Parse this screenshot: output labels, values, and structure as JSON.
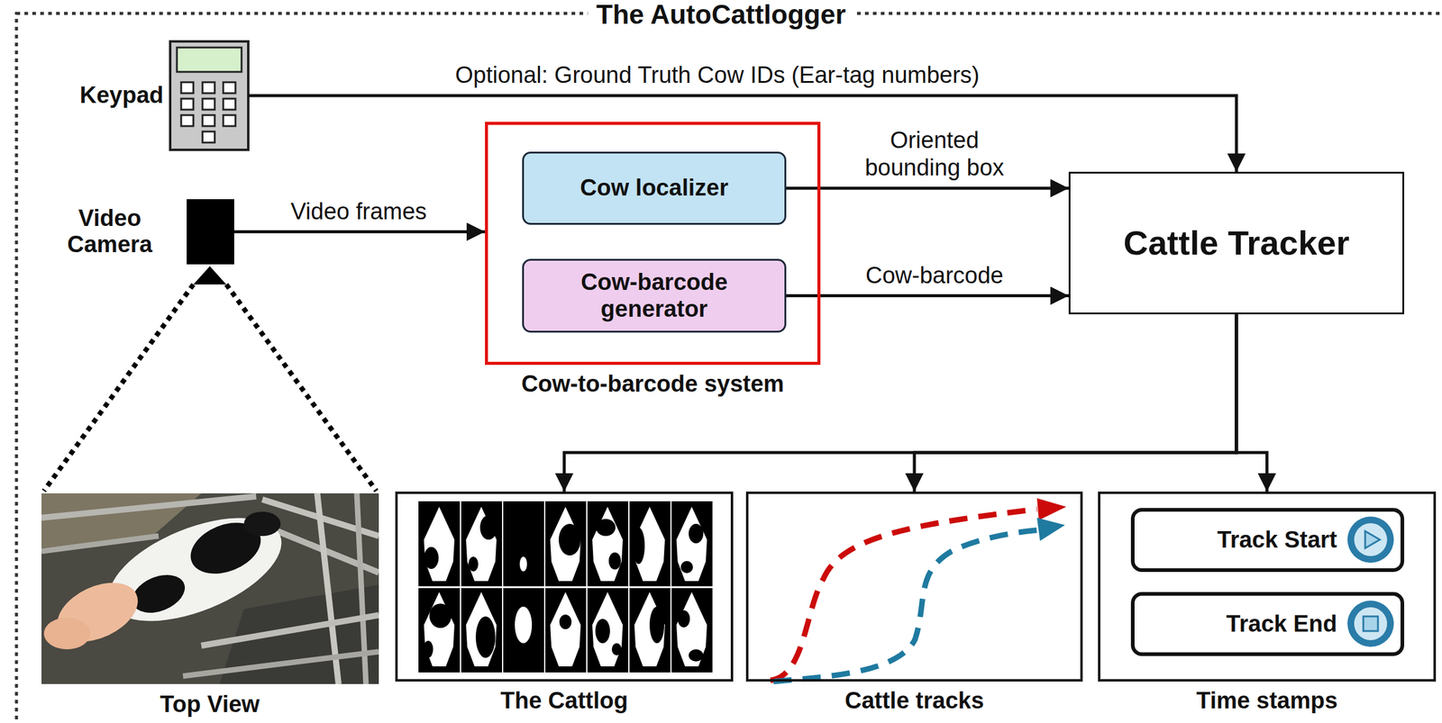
{
  "diagram": {
    "title": "The AutoCattlogger",
    "nodes": [
      {
        "text": [
          "Keypad"
        ]
      },
      {
        "text": [
          "Video Camera"
        ]
      },
      {
        "text": [
          "Cow-to-barcode system"
        ]
      },
      {
        "text": [
          "Cow localizer"
        ],
        "in": 2
      },
      {
        "text": [
          "Cow-barcode generator"
        ],
        "in": 2
      },
      {
        "text": [
          "Cattle Tracker"
        ]
      },
      {
        "text": [
          "The Cattlog"
        ]
      },
      {
        "text": [
          "Cattle tracks"
        ]
      },
      {
        "text": [
          "Time stamps"
        ]
      },
      {
        "text": [
          "Track Start"
        ],
        "in": 8
      },
      {
        "text": [
          "Track End"
        ],
        "in": 8
      }
    ],
    "edges": [
      {
        "from": 0,
        "to": 5,
        "arrow": "to",
        "label": "Optional: Ground Truth Cow IDs (Ear-tag numbers)"
      },
      {
        "from": 1,
        "to": 2,
        "arrow": "to",
        "label": "Video frames"
      },
      {
        "from": 3,
        "to": 5,
        "arrow": "to",
        "label": "Oriented bounding box"
      },
      {
        "from": 4,
        "to": 5,
        "arrow": "to",
        "label": "Cow-barcode"
      },
      {
        "from": 5,
        "to": 6,
        "arrow": "to"
      },
      {
        "from": 5,
        "to": 7,
        "arrow": "to"
      },
      {
        "from": 5,
        "to": 8,
        "arrow": "to"
      }
    ],
    "labels": [
      "Top View"
    ]
  }
}
